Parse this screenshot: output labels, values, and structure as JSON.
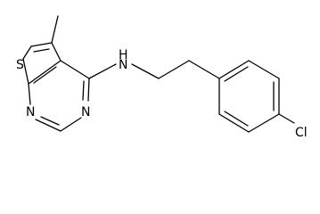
{
  "atoms": {
    "sulfur": "S",
    "n_amine": "N",
    "h_amine": "H",
    "n_ring_top": "N",
    "n_ring_bottom": "N",
    "chlorine": "Cl"
  },
  "colors": {
    "bond": "#000000",
    "background": "#ffffff"
  }
}
